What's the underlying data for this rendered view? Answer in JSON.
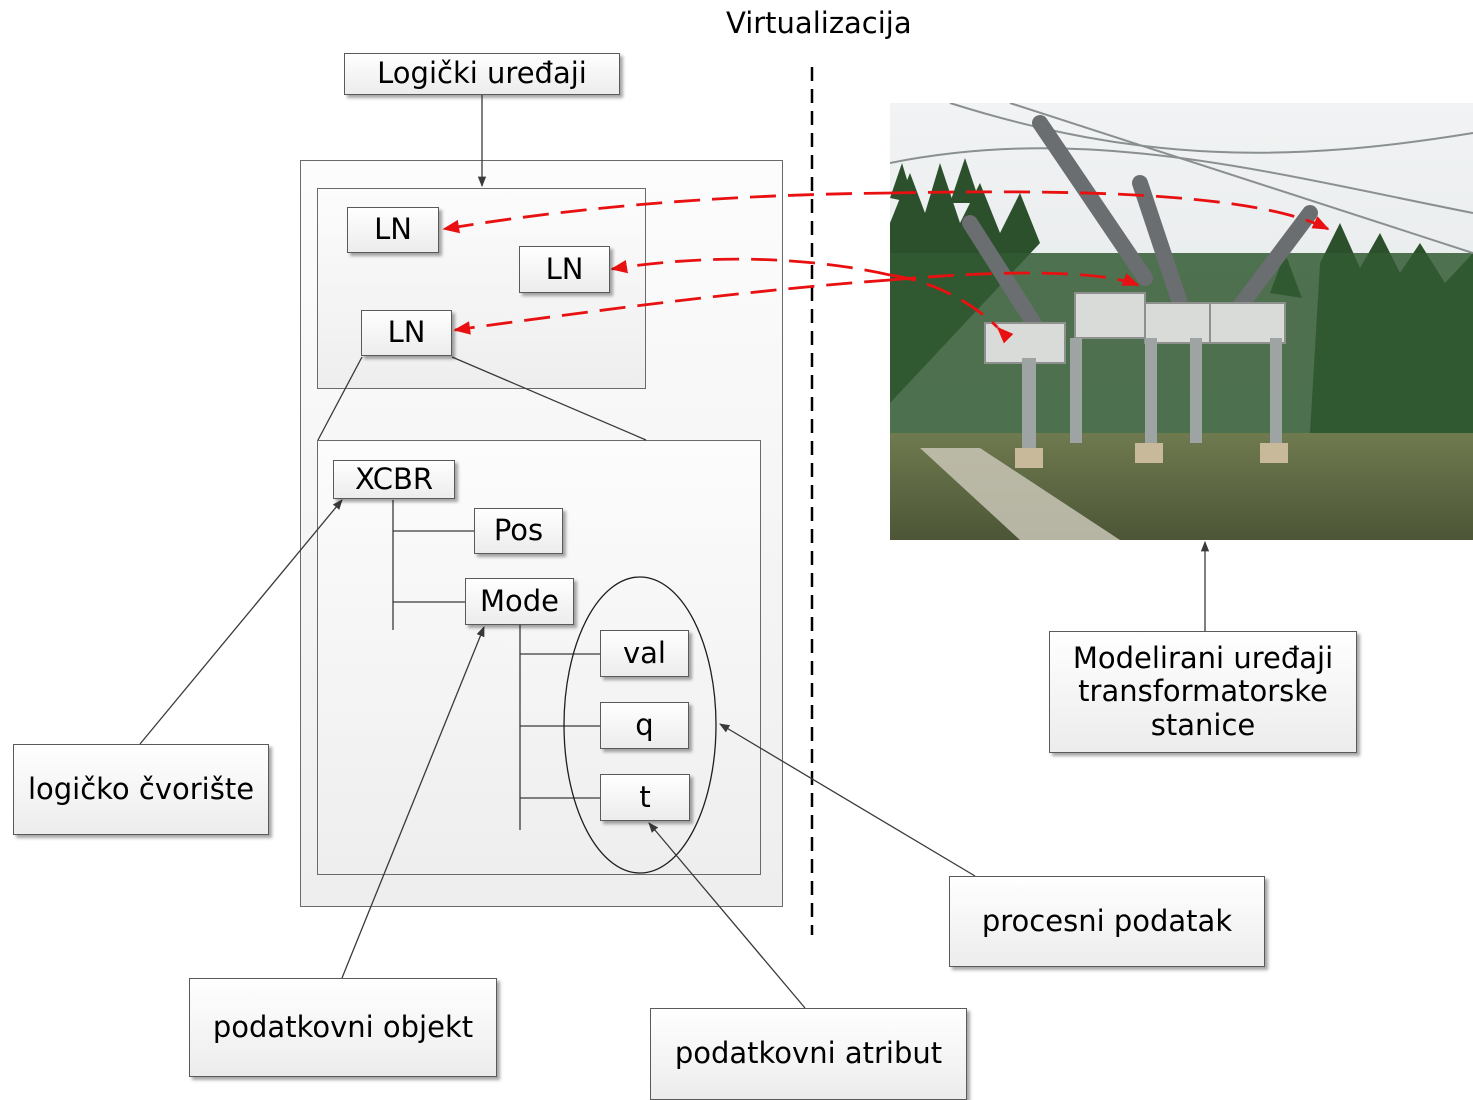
{
  "diagram": {
    "virtualization_label": "Virtualizacija",
    "logical_devices_label": "Logički uređaji",
    "ln_nodes": [
      "LN",
      "LN",
      "LN"
    ],
    "tree": {
      "root": "XCBR",
      "children": [
        "Pos",
        "Mode"
      ],
      "attributes": [
        "val",
        "q",
        "t"
      ]
    },
    "callouts": {
      "logical_node": "logičko čvorište",
      "data_object": "podatkovni objekt",
      "data_attribute": "podatkovni atribut",
      "process_data": "procesni podatak",
      "modeled_devices": [
        "Modelirani uređaji",
        "transformatorske",
        "stanice"
      ]
    },
    "colors": {
      "arrow_red": "#e81010",
      "line": "#3a3a3a"
    }
  }
}
